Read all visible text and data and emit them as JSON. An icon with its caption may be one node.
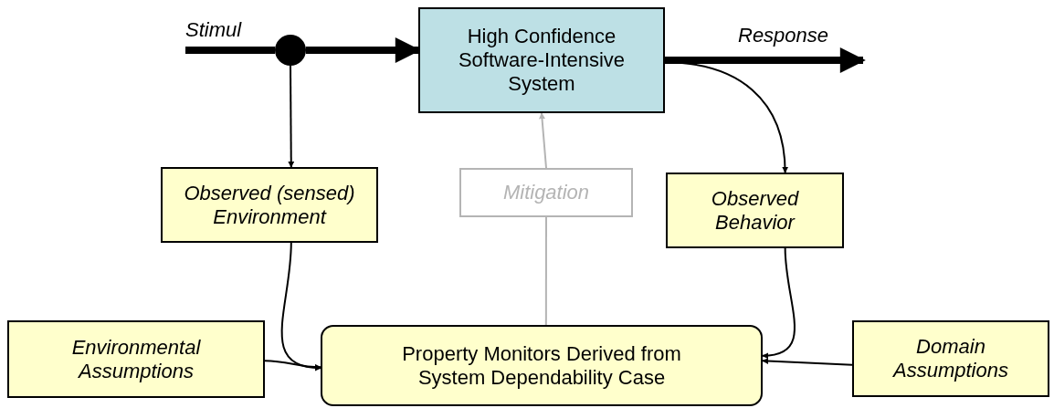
{
  "diagram": {
    "nodes": [
      {
        "text": [],
        "shape": "circle"
      },
      {
        "text": [
          "High Confidence Software-Intensive System"
        ]
      },
      {
        "text": [
          "Observed (sensed) Environment"
        ]
      },
      {
        "text": [
          "Mitigation"
        ]
      },
      {
        "text": [
          "Observed Behavior"
        ]
      },
      {
        "text": [
          "Environmental Assumptions"
        ]
      },
      {
        "text": [
          "Property Monitors Derived from System Dependability Case"
        ]
      },
      {
        "text": [
          "Domain Assumptions"
        ]
      }
    ],
    "edges": [
      {
        "from": null,
        "to": 0,
        "arrow": "none",
        "label": "Stimul",
        "style": "thick"
      },
      {
        "from": 0,
        "to": 1,
        "arrow": "to",
        "style": "thick"
      },
      {
        "from": 1,
        "to": null,
        "arrow": "to",
        "label": "Response",
        "style": "thick"
      },
      {
        "from": 0,
        "to": 2,
        "arrow": "to"
      },
      {
        "from": 1,
        "to": 4,
        "arrow": "to"
      },
      {
        "from": 2,
        "to": 6,
        "arrow": "to"
      },
      {
        "from": 4,
        "to": 6,
        "arrow": "to"
      },
      {
        "from": 5,
        "to": 6,
        "arrow": "to"
      },
      {
        "from": 7,
        "to": 6,
        "arrow": "to"
      },
      {
        "from": 6,
        "to": 3,
        "arrow": "none",
        "color": "#b4b4b4"
      },
      {
        "from": 3,
        "to": 1,
        "arrow": "to",
        "color": "#b4b4b4"
      }
    ]
  }
}
